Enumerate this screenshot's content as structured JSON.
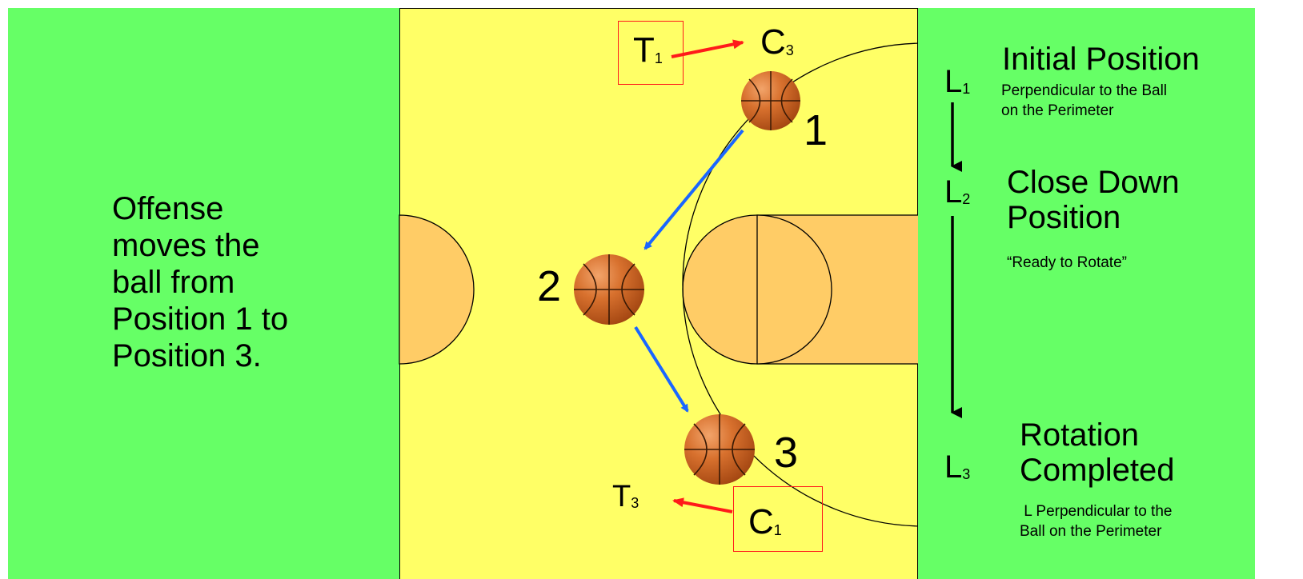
{
  "left_caption": [
    "Offense",
    "moves the",
    "ball from",
    "Position 1 to",
    "Position 3."
  ],
  "court": {
    "teacher_top": {
      "letter": "T",
      "sub": "1"
    },
    "coach_top": {
      "letter": "C",
      "sub": "3"
    },
    "teacher_bottom": {
      "letter": "T",
      "sub": "3"
    },
    "coach_bottom": {
      "letter": "C",
      "sub": "1"
    },
    "positions": [
      "1",
      "2",
      "3"
    ]
  },
  "legend": {
    "l1": {
      "letter": "L",
      "sub": "1",
      "title": "Initial Position",
      "desc": [
        "Perpendicular to the Ball",
        "on the Perimeter"
      ]
    },
    "l2": {
      "letter": "L",
      "sub": "2",
      "title": [
        "Close Down",
        "Position"
      ],
      "desc": [
        "“Ready to Rotate”"
      ]
    },
    "l3": {
      "letter": "L",
      "sub": "3",
      "title": [
        "Rotation",
        "Completed"
      ],
      "desc": [
        " L Perpendicular to the",
        "Ball on the Perimeter"
      ]
    }
  },
  "colors": {
    "background": "#66ff66",
    "court": "#ffff66",
    "paint": "#ffcc66",
    "pass_arrow": "#1a66ff",
    "move_arrow": "#ff1a1a"
  }
}
